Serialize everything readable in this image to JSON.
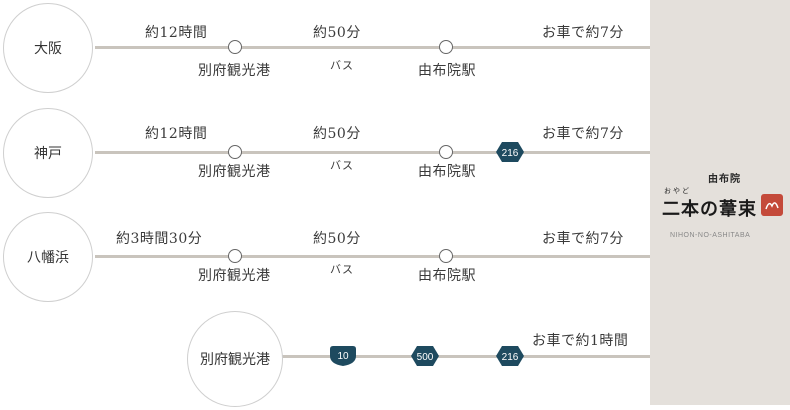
{
  "routes": [
    {
      "city": "大阪",
      "seg1_time": "約12時間",
      "stop1": "別府観光港",
      "seg2_time": "約50分",
      "seg2_mode": "バス",
      "stop2": "由布院駅",
      "final_time": "お車で約7分"
    },
    {
      "city": "神戸",
      "seg1_time": "約12時間",
      "stop1": "別府観光港",
      "seg2_time": "約50分",
      "seg2_mode": "バス",
      "stop2": "由布院駅",
      "badge": "216",
      "final_time": "お車で約7分"
    },
    {
      "city": "八幡浜",
      "seg1_time": "約3時間30分",
      "stop1": "別府観光港",
      "seg2_time": "約50分",
      "seg2_mode": "バス",
      "stop2": "由布院駅",
      "final_time": "お車で約7分"
    },
    {
      "city": "別府観光港",
      "badges": [
        "10",
        "500",
        "216"
      ],
      "final_time": "お車で約1時間"
    }
  ],
  "logo": {
    "small": "由布院",
    "ruby": "おやど",
    "main": "二本の葦束",
    "romaji": "NIHON-NO-ASHITABA"
  },
  "colors": {
    "badge": "#1e4a5f",
    "line": "#c9c4bd",
    "sidebar": "#e4e0db",
    "stamp": "#c44a3a"
  }
}
